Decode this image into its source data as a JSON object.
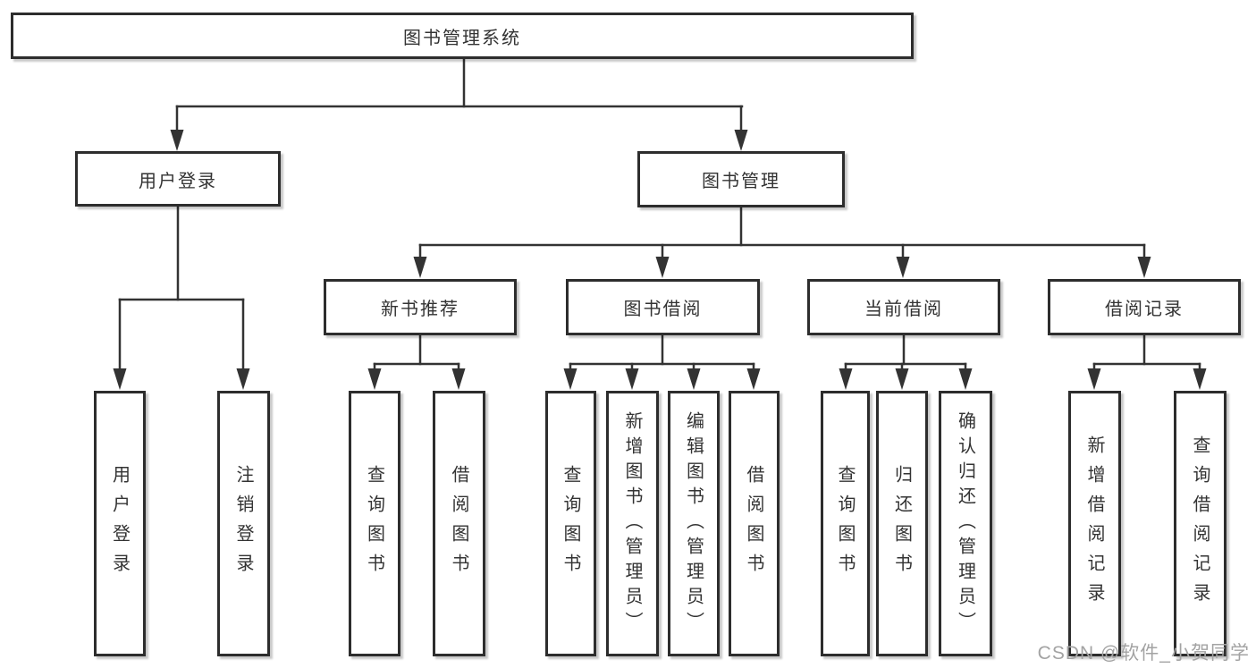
{
  "diagram": {
    "title": "图书管理系统",
    "branches": [
      {
        "label": "用户登录",
        "children": [
          {
            "label": "用户登录"
          },
          {
            "label": "注销登录"
          }
        ]
      },
      {
        "label": "图书管理",
        "children": [
          {
            "label": "新书推荐",
            "children": [
              {
                "label": "查询图书"
              },
              {
                "label": "借阅图书"
              }
            ]
          },
          {
            "label": "图书借阅",
            "children": [
              {
                "label": "查询图书"
              },
              {
                "label": "新增图书（管理员）"
              },
              {
                "label": "编辑图书（管理员）"
              },
              {
                "label": "借阅图书"
              }
            ]
          },
          {
            "label": "当前借阅",
            "children": [
              {
                "label": "查询图书"
              },
              {
                "label": "归还图书"
              },
              {
                "label": "确认归还（管理员）"
              }
            ]
          },
          {
            "label": "借阅记录",
            "children": [
              {
                "label": "新增借阅记录"
              },
              {
                "label": "查询借阅记录"
              }
            ]
          }
        ]
      }
    ]
  },
  "watermark": {
    "text": "CSDN @软件_小贺同学"
  },
  "colors": {
    "line": "#333333",
    "box_border": "#2d2d2d",
    "text": "#333333",
    "watermark": "#a3a3a3",
    "background": "#ffffff"
  }
}
